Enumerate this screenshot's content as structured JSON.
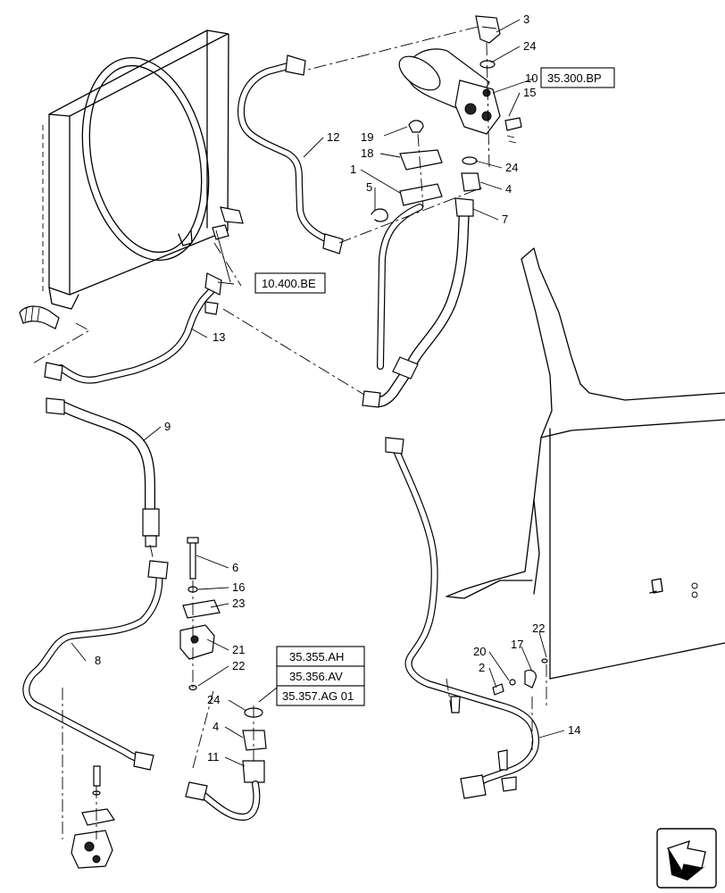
{
  "callouts": [
    {
      "id": "c3",
      "text": "3"
    },
    {
      "id": "c24a",
      "text": "24"
    },
    {
      "id": "c10",
      "text": "10"
    },
    {
      "id": "c15",
      "text": "15"
    },
    {
      "id": "c12",
      "text": "12"
    },
    {
      "id": "c19",
      "text": "19"
    },
    {
      "id": "c18",
      "text": "18"
    },
    {
      "id": "c1",
      "text": "1"
    },
    {
      "id": "c5",
      "text": "5"
    },
    {
      "id": "c24b",
      "text": "24"
    },
    {
      "id": "c4a",
      "text": "4"
    },
    {
      "id": "c7",
      "text": "7"
    },
    {
      "id": "c13",
      "text": "13"
    },
    {
      "id": "c9",
      "text": "9"
    },
    {
      "id": "c6",
      "text": "6"
    },
    {
      "id": "c16",
      "text": "16"
    },
    {
      "id": "c23",
      "text": "23"
    },
    {
      "id": "c21",
      "text": "21"
    },
    {
      "id": "c22a",
      "text": "22"
    },
    {
      "id": "c8",
      "text": "8"
    },
    {
      "id": "c24c",
      "text": "24"
    },
    {
      "id": "c4b",
      "text": "4"
    },
    {
      "id": "c11",
      "text": "11"
    },
    {
      "id": "c22b",
      "text": "22"
    },
    {
      "id": "c17",
      "text": "17"
    },
    {
      "id": "c20",
      "text": "20"
    },
    {
      "id": "c2",
      "text": "2"
    },
    {
      "id": "c14",
      "text": "14"
    }
  ],
  "references": {
    "ref_top": "35.300.BP",
    "ref_left": "10.400.BE",
    "ref_stack": [
      "35.355.AH",
      "35.356.AV",
      "35.357.AG 01"
    ]
  },
  "icons": {
    "nav": "next-page-arrow-icon"
  }
}
